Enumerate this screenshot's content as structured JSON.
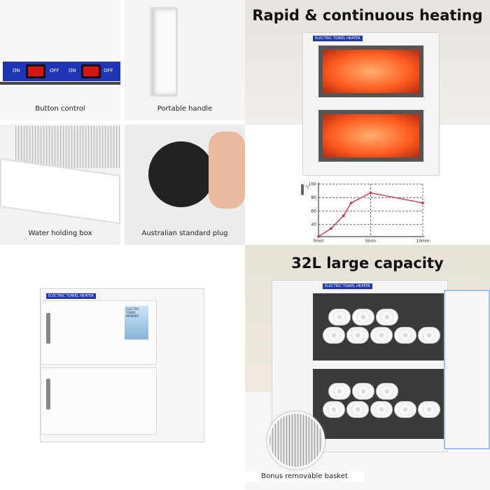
{
  "features": {
    "button_control": {
      "caption": "Button control",
      "on": "ON",
      "off": "OFF"
    },
    "portable_handle": {
      "caption": "Portable handle"
    },
    "water_box": {
      "caption": "Water holding box"
    },
    "plug": {
      "caption": "Australian standard plug"
    }
  },
  "heating": {
    "title": "Rapid & continuous heating",
    "label": "ELECTRIC TOWEL HEATER"
  },
  "capacity": {
    "title": "32L large capacity",
    "basket_caption": "Bonus removable basket",
    "label": "ELECTRIC TOWEL HEATER"
  },
  "product": {
    "label": "ELECTRIC TOWEL HEATER",
    "sticker": "ELECTRIC TOWEL WARMER"
  },
  "colors": {
    "line": "#d9263a",
    "panel_blue": "#1f35b8",
    "glow": "#ff6a2a"
  },
  "chart_data": {
    "type": "line",
    "title": "",
    "xlabel": "",
    "ylabel": "°C",
    "x": [
      0,
      1.8,
      3.6,
      4.7,
      7.5,
      15
    ],
    "y": [
      22,
      34,
      53,
      72,
      87,
      72
    ],
    "xticks": [
      {
        "v": 0,
        "label": "0min"
      },
      {
        "v": 7.5,
        "label": "5min"
      },
      {
        "v": 15,
        "label": "10min"
      }
    ],
    "yticks": [
      40,
      60,
      80,
      100
    ],
    "ylim": [
      22,
      100
    ],
    "grid": true
  }
}
